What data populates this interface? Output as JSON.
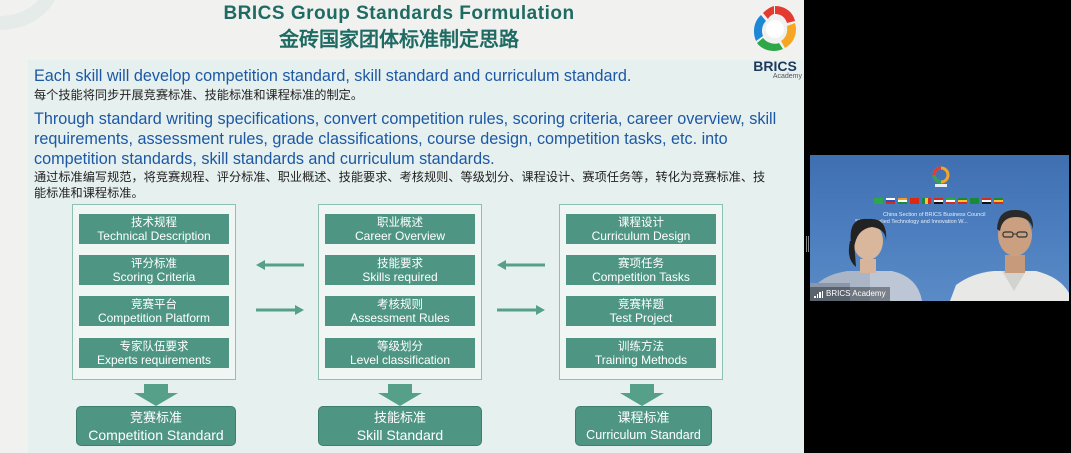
{
  "slide": {
    "title_en": "BRICS Group Standards Formulation",
    "title_zh": "金砖国家团体标准制定思路",
    "logo": {
      "name": "BRICS",
      "sub": "Academy"
    },
    "para1_en": "Each skill will develop competition standard, skill standard and curriculum standard.",
    "para1_zh": "每个技能将同步开展竞赛标准、技能标准和课程标准的制定。",
    "para2_en": "Through standard writing specifications, convert competition rules, scoring criteria, career overview, skill requirements, assessment rules, grade classifications, course design, competition tasks, etc.  into competition standards, skill standards and curriculum standards.",
    "para2_zh": "通过标准编写规范，将竞赛规程、评分标准、职业概述、技能要求、考核规则、等级划分、课程设计、赛项任务等，转化为竞赛标准、技能标准和课程标准。",
    "columns": [
      {
        "items": [
          {
            "zh": "技术规程",
            "en": "Technical Description"
          },
          {
            "zh": "评分标准",
            "en": "Scoring Criteria"
          },
          {
            "zh": "竞赛平台",
            "en": "Competition Platform"
          },
          {
            "zh": "专家队伍要求",
            "en": "Experts requirements"
          }
        ],
        "output": {
          "zh": "竞赛标准",
          "en": "Competition Standard"
        }
      },
      {
        "items": [
          {
            "zh": "职业概述",
            "en": "Career Overview"
          },
          {
            "zh": "技能要求",
            "en": "Skills required"
          },
          {
            "zh": "考核规则",
            "en": "Assessment Rules"
          },
          {
            "zh": "等级划分",
            "en": "Level classification"
          }
        ],
        "output": {
          "zh": "技能标准",
          "en": "Skill Standard"
        }
      },
      {
        "items": [
          {
            "zh": "课程设计",
            "en": "Curriculum Design"
          },
          {
            "zh": "赛项任务",
            "en": "Competition Tasks"
          },
          {
            "zh": "竞赛样题",
            "en": "Test Project"
          },
          {
            "zh": "训练方法",
            "en": "Training Methods"
          }
        ],
        "output": {
          "zh": "课程标准",
          "en": "Curriculum Standard"
        }
      }
    ],
    "colors": {
      "title": "#1f6b63",
      "cell": "#4e9683",
      "english_text": "#1c58a5",
      "arrow": "#56a08a"
    }
  },
  "video": {
    "caption_line1": "China Section of BRICS Business Council",
    "caption_line2": "Sk...s, Applied Technology and Innovation W...",
    "participant_label": "BRICS Academy",
    "icons": [
      "signal-icon"
    ]
  }
}
